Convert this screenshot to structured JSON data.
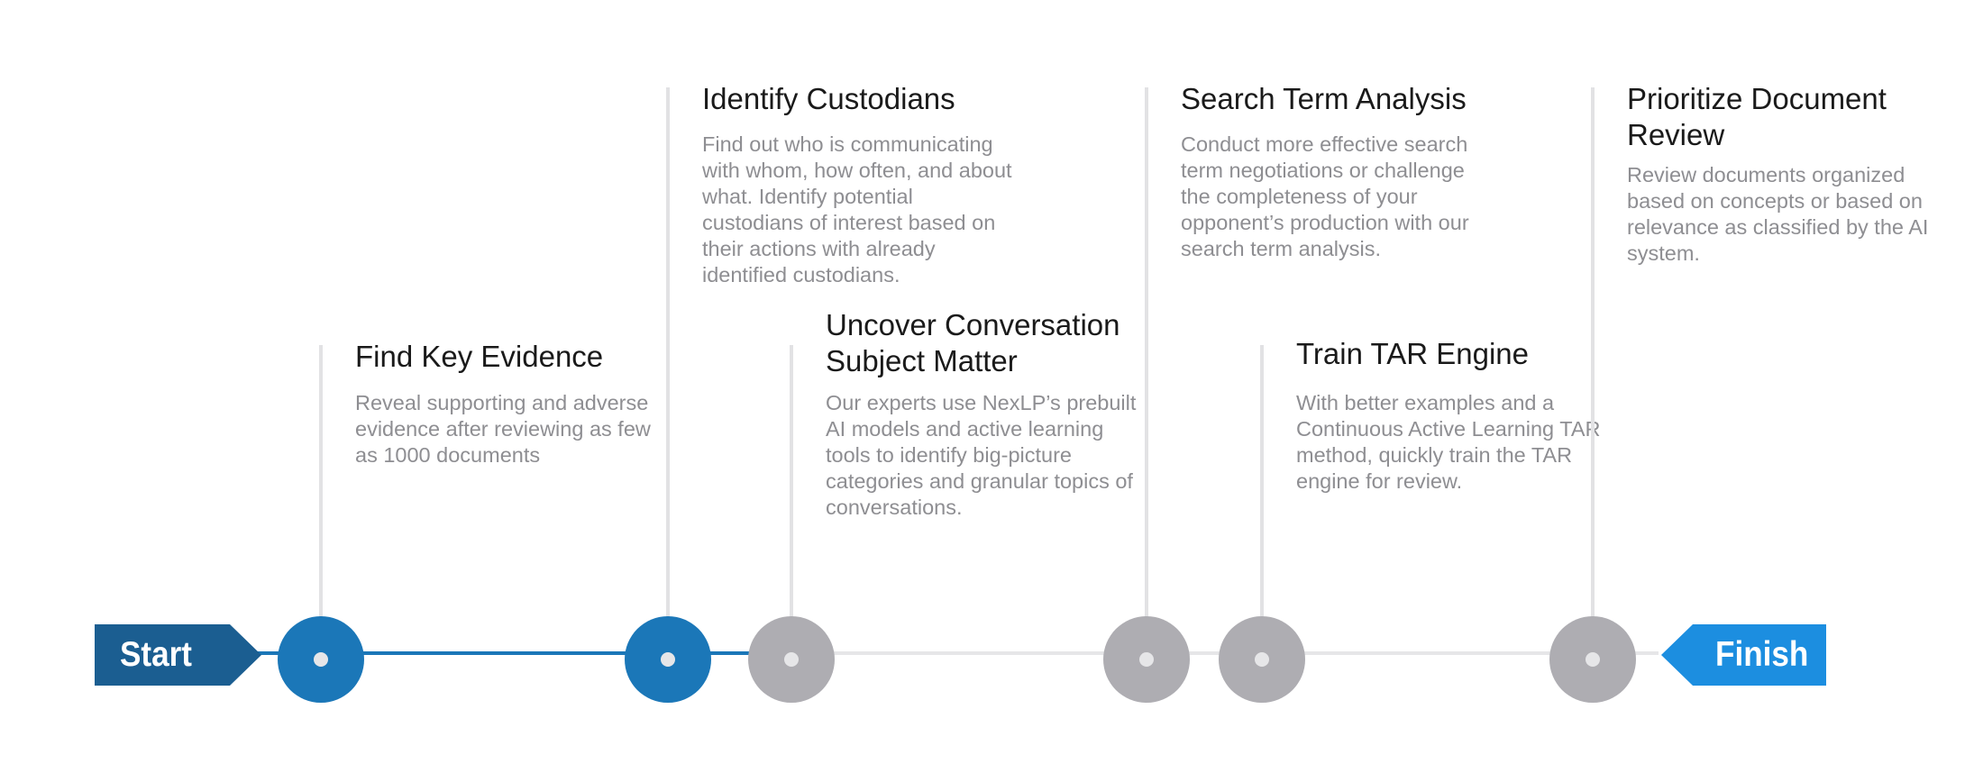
{
  "colors": {
    "done_blue": "#1b77b8",
    "start_blue": "#1b5e91",
    "finish_blue": "#1c8ee0",
    "pending_gray": "#aeadb2",
    "line_gray": "#e2e2e4"
  },
  "start_label": "Start",
  "finish_label": "Finish",
  "steps": [
    {
      "title": "Find Key Evidence",
      "description": "Reveal supporting and adverse evidence after reviewing as few as 1000 documents",
      "status": "completed"
    },
    {
      "title": "Identify Custodians",
      "description": "Find out who is communicating with whom, how often, and about what.  Identify potential custodians of interest based on their actions with already identified custodians.",
      "status": "completed"
    },
    {
      "title": "Uncover Conversation Subject Matter",
      "description": "Our experts use NexLP’s prebuilt AI models and active learning tools to identify big-picture categories and granular topics of conversations.",
      "status": "pending"
    },
    {
      "title": "Search Term Analysis",
      "description": "Conduct more effective search term negotiations or challenge the completeness of your opponent’s production with our search term analysis.",
      "status": "pending"
    },
    {
      "title": "Train TAR Engine",
      "description": "With better examples and a Continuous Active Learning TAR method, quickly train the TAR engine for review.",
      "status": "pending"
    },
    {
      "title": "Prioritize Document Review",
      "description": "Review documents organized based on concepts or based on relevance as classified by the AI system.",
      "status": "pending"
    }
  ]
}
